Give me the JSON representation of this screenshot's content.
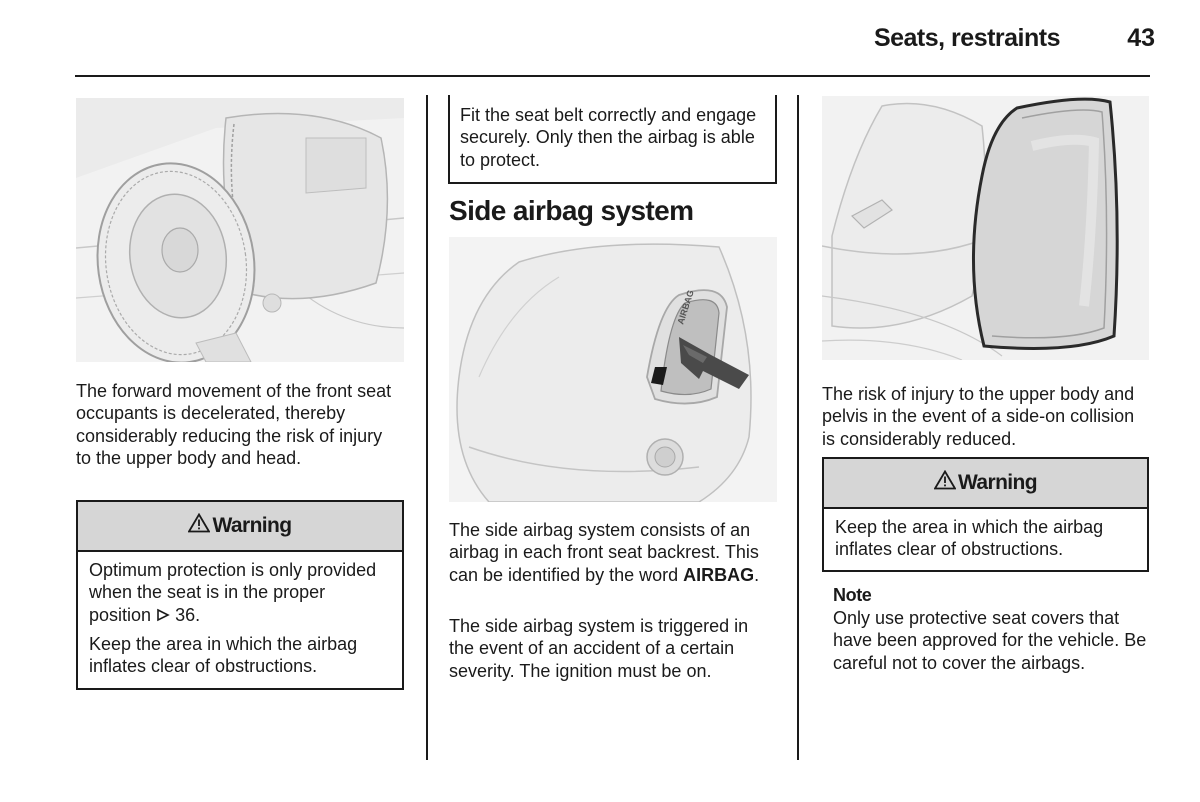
{
  "header": {
    "section_title": "Seats, restraints",
    "page_number": "43"
  },
  "left_column": {
    "paragraph": "The forward movement of the front seat occupants is decelerated, thereby considerably reducing the risk of injury to the upper body and head.",
    "warning": {
      "title": "Warning",
      "icon": "warning-triangle-icon",
      "para1_text": "Optimum protection is only provided when the seat is in the proper position",
      "para1_ref_icon": "page-reference-arrow-icon",
      "para1_ref": "36.",
      "para2": "Keep the area in which the airbag inflates clear of obstructions."
    }
  },
  "middle_column": {
    "boxed_text": "Fit the seat belt correctly and engage securely. Only then the airbag is able to protect.",
    "heading": "Side airbag system",
    "seat_label": "AIRBAG",
    "paragraph1_pre": "The side airbag system consists of an airbag in each front seat backrest. This can be identified by the word",
    "paragraph1_bold": "AIRBAG",
    "paragraph1_post": ".",
    "paragraph2": "The side airbag system is triggered in the event of an accident of a certain severity. The ignition must be on."
  },
  "right_column": {
    "paragraph": "The risk of injury to the upper body and pelvis in the event of a side-on collision is considerably reduced.",
    "warning": {
      "title": "Warning",
      "icon": "warning-triangle-icon",
      "para1": "Keep the area in which the airbag inflates clear of obstructions."
    },
    "note": {
      "label": "Note",
      "text": "Only use protective seat covers that have been approved for the vehicle. Be careful not to cover the airbags."
    }
  },
  "colors": {
    "text": "#1a1a1a",
    "warning_header_bg": "#d6d6d6",
    "rule": "#1a1a1a"
  }
}
